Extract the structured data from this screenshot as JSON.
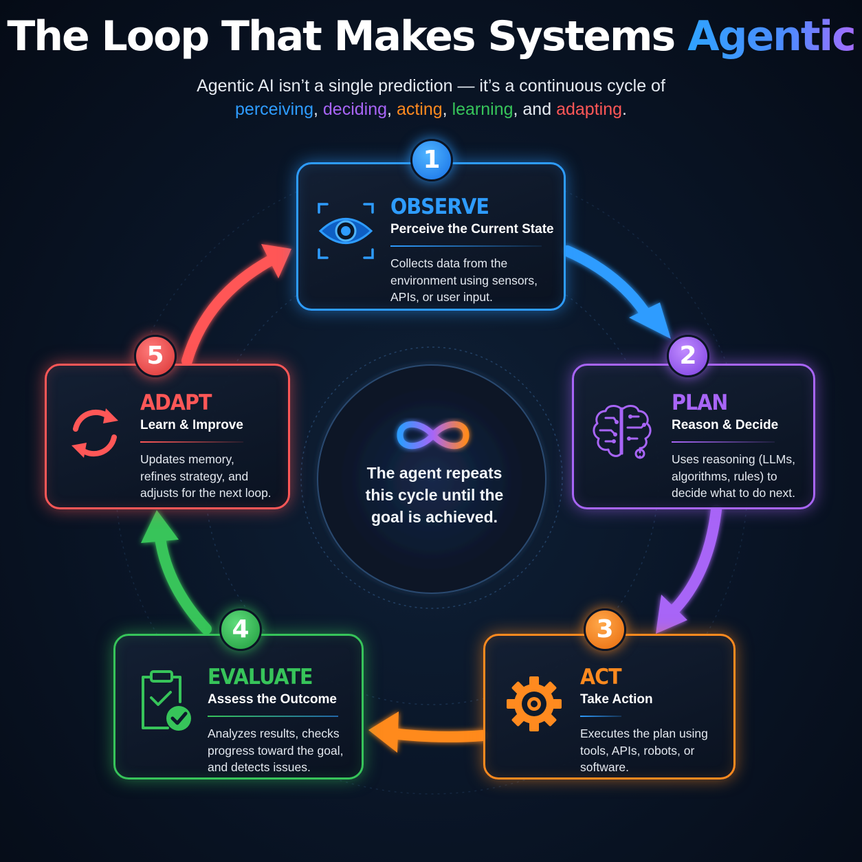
{
  "title": {
    "main": "The Loop That Makes Systems ",
    "accent": "Agentic"
  },
  "subtitle": {
    "line1": "Agentic AI isn’t a single prediction — it’s a continuous cycle of",
    "w1": "perceiving",
    "s1": ", ",
    "w2": "deciding",
    "s2": ", ",
    "w3": "acting",
    "s3": ", ",
    "w4": "learning",
    "s4": ", and ",
    "w5": "adapting",
    "s5": "."
  },
  "colors": {
    "observe": "#2e9cff",
    "plan": "#a865f7",
    "act": "#ff8a1f",
    "evaluate": "#37c45a",
    "adapt": "#ff5757"
  },
  "steps": {
    "observe": {
      "number": "1",
      "name": "OBSERVE",
      "subtitle": "Perceive the Current State",
      "lines": [
        "Collects data from the",
        "environment using sensors,",
        "APIs, or user input."
      ],
      "icon": "eye-scan-icon"
    },
    "plan": {
      "number": "2",
      "name": "PLAN",
      "subtitle": "Reason & Decide",
      "lines": [
        "Uses reasoning (LLMs,",
        "algorithms, rules) to",
        "decide what to do next."
      ],
      "icon": "brain-circuit-icon"
    },
    "act": {
      "number": "3",
      "name": "ACT",
      "subtitle": "Take Action",
      "lines": [
        "Executes the plan using",
        "tools, APIs, robots, or",
        "software."
      ],
      "icon": "gear-icon"
    },
    "evaluate": {
      "number": "4",
      "name": "EVALUATE",
      "subtitle": "Assess the Outcome",
      "lines": [
        "Analyzes results, checks",
        "progress toward the goal,",
        "and detects issues."
      ],
      "icon": "clipboard-check-icon"
    },
    "adapt": {
      "number": "5",
      "name": "ADAPT",
      "subtitle": "Learn & Improve",
      "lines": [
        "Updates memory,",
        "refines strategy, and",
        "adjusts for the next loop."
      ],
      "icon": "refresh-cycle-icon"
    }
  },
  "center": {
    "icon": "infinity-icon",
    "lines": [
      "The agent repeats",
      "this cycle until the",
      "goal is achieved."
    ]
  }
}
